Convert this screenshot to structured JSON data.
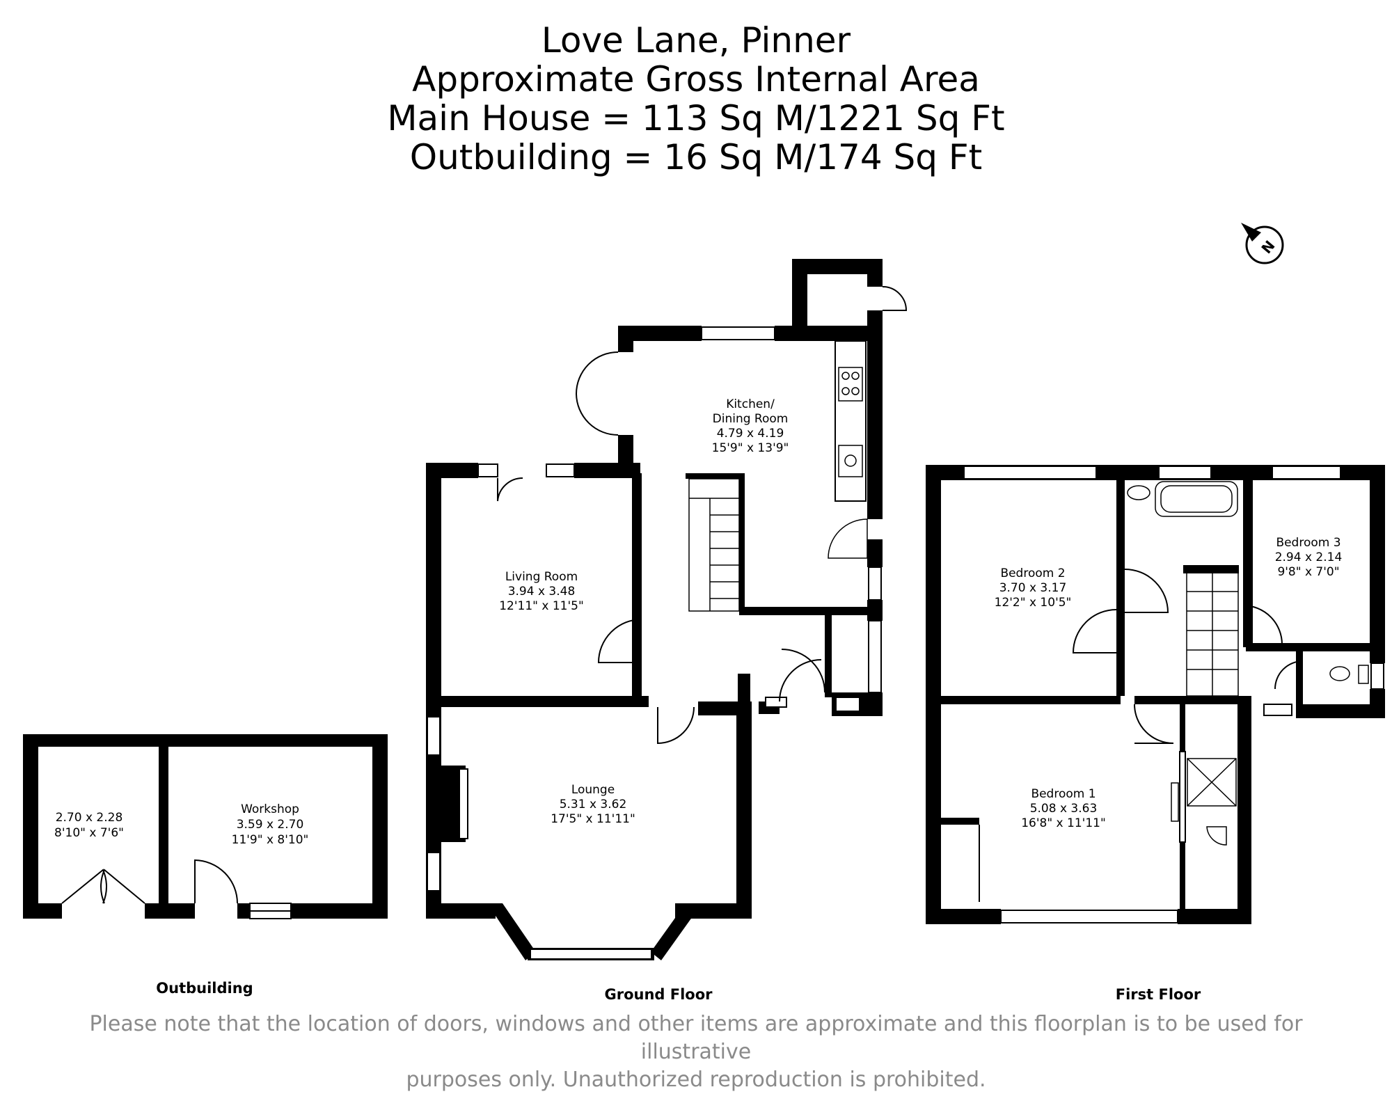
{
  "title": {
    "line1": "Love Lane, Pinner",
    "line2": "Approximate Gross Internal Area",
    "line3": "Main House = 113 Sq M/1221 Sq Ft",
    "line4": "Outbuilding = 16 Sq M/174 Sq Ft"
  },
  "compass": {
    "letter": "N"
  },
  "rooms": {
    "kitchen": {
      "name1": "Kitchen/",
      "name2": "Dining Room",
      "metric": "4.79 x 4.19",
      "imperial": "15'9\" x 13'9\""
    },
    "living": {
      "name": "Living Room",
      "metric": "3.94 x 3.48",
      "imperial": "12'11\" x 11'5\""
    },
    "lounge": {
      "name": "Lounge",
      "metric": "5.31 x 3.62",
      "imperial": "17'5\" x 11'11\""
    },
    "outbuilding_store": {
      "metric": "2.70 x 2.28",
      "imperial": "8'10\" x 7'6\""
    },
    "workshop": {
      "name": "Workshop",
      "metric": "3.59 x 2.70",
      "imperial": "11'9\" x 8'10\""
    },
    "bedroom2": {
      "name": "Bedroom 2",
      "metric": "3.70 x 3.17",
      "imperial": "12'2\" x 10'5\""
    },
    "bedroom3": {
      "name": "Bedroom 3",
      "metric": "2.94 x 2.14",
      "imperial": "9'8\" x 7'0\""
    },
    "bedroom1": {
      "name": "Bedroom 1",
      "metric": "5.08 x 3.63",
      "imperial": "16'8\" x 11'11\""
    }
  },
  "floors": {
    "outbuilding": "Outbuilding",
    "ground": "Ground Floor",
    "first": "First Floor"
  },
  "disclaimer": {
    "line1": "Please note that the location of doors, windows and other items are approximate and this floorplan is to be used for illustrative",
    "line2": "purposes only. Unauthorized reproduction is prohibited."
  }
}
